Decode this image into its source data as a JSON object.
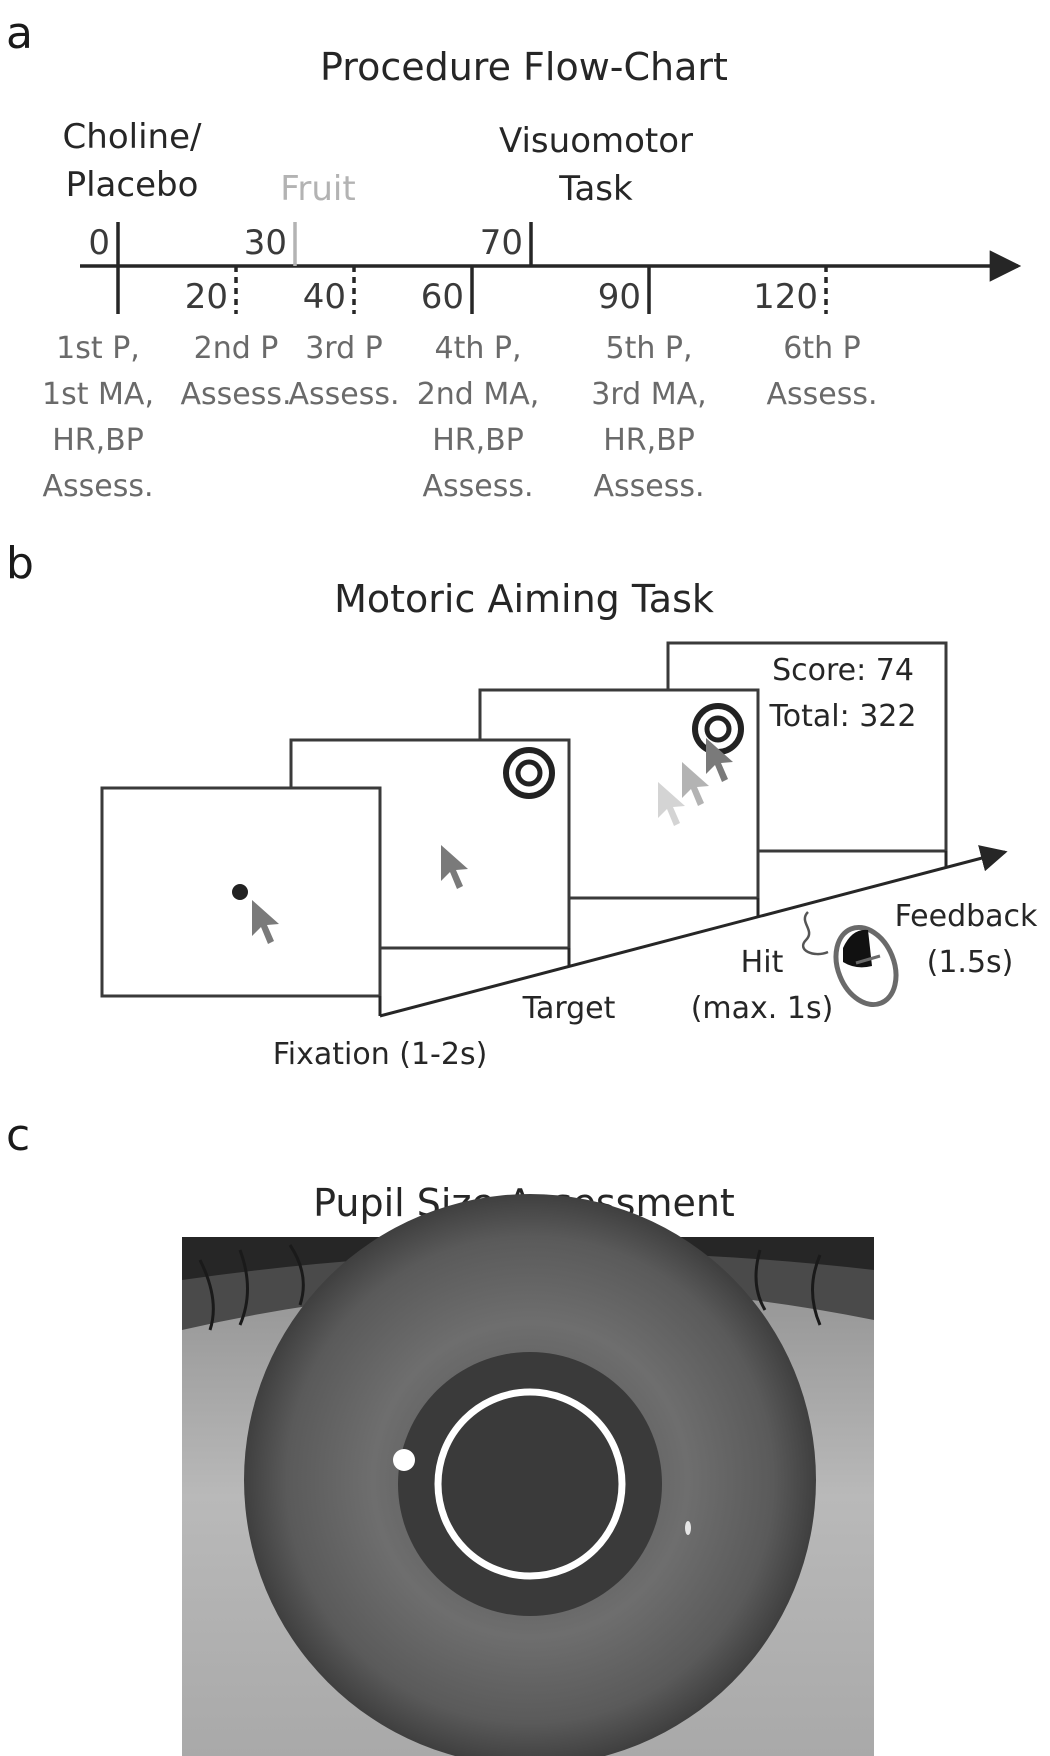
{
  "panels": {
    "a": {
      "letter": "a",
      "title": "Procedure Flow-Chart",
      "choline_label_1": "Choline/",
      "choline_label_2": "Placebo",
      "fruit_label": "Fruit",
      "visuomotor_label_1": "Visuomotor",
      "visuomotor_label_2": "Task",
      "ticks_above": [
        {
          "value": "0",
          "minute": 0
        },
        {
          "value": "30",
          "minute": 30,
          "muted": true
        },
        {
          "value": "70",
          "minute": 70
        }
      ],
      "ticks_below": [
        {
          "value": "20",
          "minute": 20,
          "dashed": true
        },
        {
          "value": "40",
          "minute": 40,
          "dashed": true
        },
        {
          "value": "60",
          "minute": 60
        },
        {
          "value": "90",
          "minute": 90
        },
        {
          "value": "120",
          "minute": 120,
          "dashed": true
        }
      ],
      "assessments": [
        {
          "minute": 0,
          "lines": [
            "1st P,",
            "1st MA,",
            "HR,BP",
            "Assess."
          ]
        },
        {
          "minute": 20,
          "lines": [
            "2nd P",
            "Assess."
          ]
        },
        {
          "minute": 40,
          "lines": [
            "3rd P",
            "Assess."
          ]
        },
        {
          "minute": 60,
          "lines": [
            "4th P,",
            "2nd MA,",
            "HR,BP",
            "Assess."
          ]
        },
        {
          "minute": 90,
          "lines": [
            "5th P,",
            "3rd MA,",
            "HR,BP",
            "Assess."
          ]
        },
        {
          "minute": 120,
          "lines": [
            "6th P",
            "Assess."
          ]
        }
      ]
    },
    "b": {
      "letter": "b",
      "title": "Motoric Aiming Task",
      "score_text": "Score: 74",
      "total_text": "Total: 322",
      "stages": {
        "fixation": "Fixation (1-2s)",
        "target": "Target",
        "hit_1": "Hit",
        "hit_2": "(max. 1s)",
        "feedback_1": "Feedback",
        "feedback_2": "(1.5s)"
      }
    },
    "c": {
      "letter": "c",
      "title": "Pupil Size Assessment"
    }
  },
  "colors": {
    "ink": "#262626",
    "muted": "#b3b3b3",
    "desc": "#6a6a6a",
    "cursor": "#7a7a7a"
  }
}
